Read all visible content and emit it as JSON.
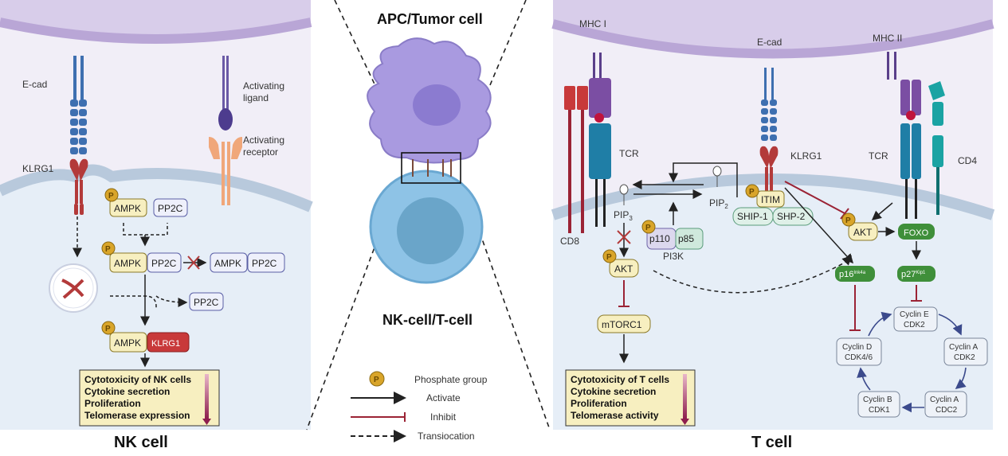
{
  "center": {
    "top_title": "APC/Tumor cell",
    "bottom_title": "NK-cell/T-cell"
  },
  "nk_panel": {
    "title": "NK cell",
    "ecad": "E-cad",
    "klrg1": "KLRG1",
    "act_ligand_1": "Activating",
    "act_ligand_2": "ligand",
    "act_receptor_1": "Activating",
    "act_receptor_2": "receptor",
    "ampk": "AMPK",
    "pp2c": "PP2C",
    "klrg1_box": "KLRG1",
    "outputs": [
      "Cytotoxicity of NK cells",
      "Cytokine secretion",
      "Proliferation",
      "Telomerase expression"
    ]
  },
  "t_panel": {
    "title": "T cell",
    "mhc1": "MHC I",
    "ecad": "E-cad",
    "mhc2": "MHC II",
    "tcr_left": "TCR",
    "klrg1": "KLRG1",
    "tcr_right": "TCR",
    "cd4": "CD4",
    "cd8": "CD8",
    "pip3": "PIP",
    "pip3_sub": "3",
    "pip2": "PIP",
    "pip2_sub": "2",
    "p110": "p110",
    "p85": "p85",
    "pi3k": "PI3K",
    "itim": "ITIM",
    "ship1": "SHIP-1",
    "ship2": "SHP-2",
    "akt_left": "AKT",
    "akt_right": "AKT",
    "mtorc1": "mTORC1",
    "foxo": "FOXO",
    "p16": "p16",
    "p16_sup": "Ink4a",
    "p27": "p27",
    "p27_sup": "Kip1",
    "cyclin_e": [
      "Cyclin E",
      "CDK2"
    ],
    "cyclin_d": [
      "Cyclin D",
      "CDK4/6"
    ],
    "cyclin_a1": [
      "Cyclin A",
      "CDK2"
    ],
    "cyclin_b": [
      "Cyclin B",
      "CDK1"
    ],
    "cyclin_a2": [
      "Cyclin A",
      "CDC2"
    ],
    "outputs": [
      "Cytotoxicity of T cells",
      "Cytokine secretion",
      "Proliferation",
      "Telomerase activity"
    ]
  },
  "legend": {
    "phosphate": "Phosphate group",
    "activate": "Activate",
    "inhibit": "Inhibit",
    "translocation": "Transiocation",
    "p_symbol": "P"
  },
  "colors": {
    "membrane_purple": "#b9a6d6",
    "cytoplasm": "#e6eef7",
    "membrane_blue": "#b8c9dc",
    "tumor_cell": "#a99ae0",
    "immune_cell": "#8ec3e6",
    "inhibit": "#9b2335",
    "phosphate": "#d9a52a",
    "output_box": "#f7efc0"
  }
}
